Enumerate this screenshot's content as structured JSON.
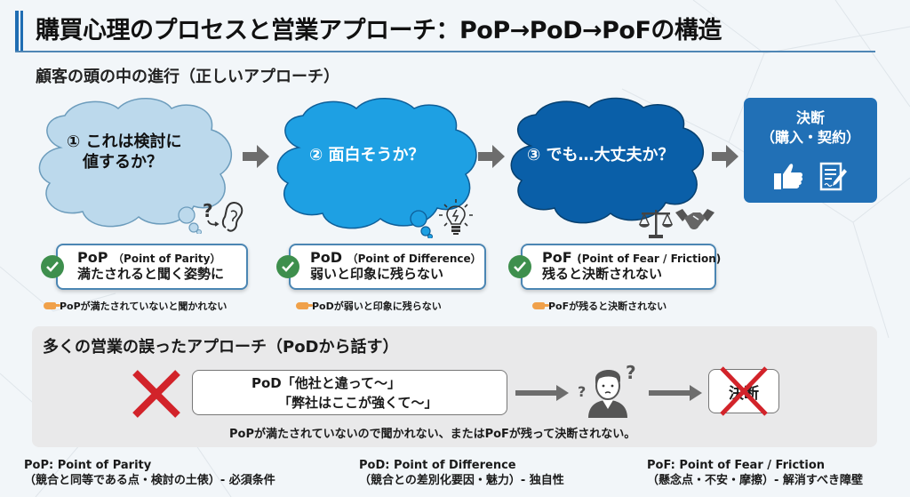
{
  "header": {
    "title": "購買心理のプロセスと営業アプローチ：PoP→PoD→PoFの構造",
    "subtitle": "顧客の頭の中の進行（正しいアプローチ）"
  },
  "colors": {
    "accent": "#1f6db3",
    "cloud1": "#bcd9ec",
    "cloud2": "#1ea0e3",
    "cloud3": "#0a5fa8",
    "decision": "#2170b6",
    "check": "#3e8f4d",
    "cross": "#d2232a",
    "arrow": "#6d6d6d"
  },
  "flow": {
    "steps": [
      {
        "line1": "① これは検討に",
        "line2": "値するか？",
        "icon": "ear-icon"
      },
      {
        "line1": "② 面白そうか？",
        "line2": "",
        "icon": "lightbulb-icon"
      },
      {
        "line1": "③ でも…大丈夫か？",
        "line2": "",
        "icon": "scale-handshake-icon"
      }
    ],
    "decision": {
      "line1": "決断",
      "line2": "（購入・契約）"
    }
  },
  "cards": [
    {
      "abbr": "PoP",
      "full": "（Point of Parity）",
      "desc": "満たされると聞く姿勢に",
      "note": "PoPが満たされていないと聞かれない"
    },
    {
      "abbr": "PoD",
      "full": "（Point of Difference）",
      "desc": "弱いと印象に残らない",
      "note": "PoDが弱いと印象に残らない"
    },
    {
      "abbr": "PoF",
      "full": "(Point of Fear / Friction)",
      "desc": "残ると決断されない",
      "note": "PoFが残ると決断されない"
    }
  ],
  "wrong": {
    "title": "多くの営業の誤ったアプローチ（PoDから話す）",
    "quote1": "PoD「他社と違って～」",
    "quote2": "「弊社はここが強くて～」",
    "note": "PoPが満たされていないので聞かれない、またはPoFが残って決断されない。",
    "decision_label": "決断"
  },
  "definitions": [
    {
      "term": "PoP: Point of Parity",
      "desc": "（競合と同等である点・検討の土俵）- 必須条件"
    },
    {
      "term": "PoD: Point of Difference",
      "desc": "（競合との差別化要因・魅力）- 独自性"
    },
    {
      "term": "PoF: Point of Fear / Friction",
      "desc": "（懸念点・不安・摩擦）- 解消すべき障壁"
    }
  ]
}
